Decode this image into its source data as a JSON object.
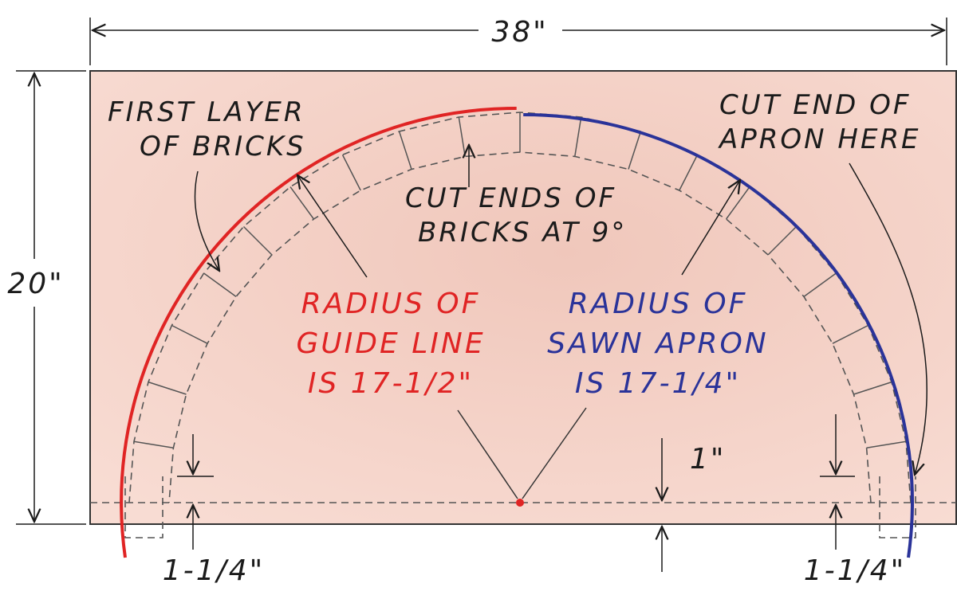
{
  "dimensions": {
    "width": "38\"",
    "height": "20\"",
    "offset": "1\"",
    "left_setback": "1-1/4\"",
    "right_setback": "1-1/4\""
  },
  "labels": {
    "first_layer": [
      "FIRST LAYER",
      "OF BRICKS"
    ],
    "cut_bricks": [
      "CUT ENDS OF",
      "BRICKS AT 9°"
    ],
    "cut_apron": [
      "CUT END OF",
      "APRON HERE"
    ],
    "guide_radius": [
      "RADIUS OF",
      "GUIDE LINE",
      "IS 17-1/2\""
    ],
    "apron_radius": [
      "RADIUS OF",
      "SAWN APRON",
      "IS 17-1/4\""
    ]
  },
  "colors": {
    "board": "#f4cfc4",
    "guide_line": "#e02424",
    "sawn_apron": "#2a3399",
    "ink": "#1b1b1b",
    "dashed": "#555555"
  },
  "brick_count": 20
}
